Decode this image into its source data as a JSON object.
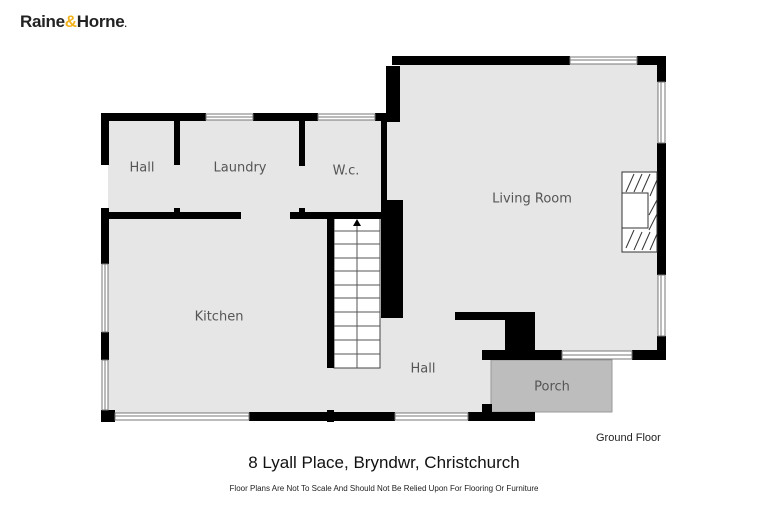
{
  "brand": {
    "part1": "Raine",
    "amp": "&",
    "part2": "Horne",
    "dot": ".",
    "accent_color": "#f2b21b"
  },
  "floor_plan": {
    "floor_name": "Ground Floor",
    "rooms": [
      {
        "name": "Hall",
        "id": "hall-upper"
      },
      {
        "name": "Laundry",
        "id": "laundry"
      },
      {
        "name": "W.c.",
        "id": "wc"
      },
      {
        "name": "Living Room",
        "id": "living-room"
      },
      {
        "name": "Kitchen",
        "id": "kitchen"
      },
      {
        "name": "Hall",
        "id": "hall-lower"
      },
      {
        "name": "Porch",
        "id": "porch"
      }
    ],
    "features": [
      "stairs-up",
      "fireplace",
      "windows"
    ],
    "colors": {
      "wall": "#000000",
      "floor": "#e6e6e6",
      "porch": "#bdbdbd",
      "label": "#555555"
    }
  },
  "footer": {
    "address": "8 Lyall Place, Bryndwr, Christchurch",
    "disclaimer": "Floor Plans Are Not To Scale And Should Not Be Relied Upon For Flooring Or Furniture"
  }
}
